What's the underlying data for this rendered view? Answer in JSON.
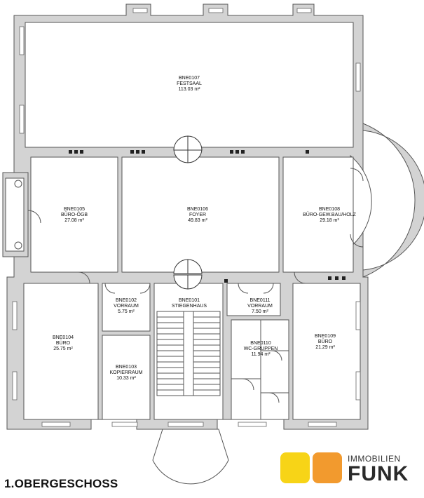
{
  "floor": {
    "title": "1.OBERGESCHOSS"
  },
  "brand": {
    "line1": "IMMOBILIEN",
    "line2": "FUNK",
    "colors": {
      "yellow": "#f7d417",
      "orange": "#f29a2e"
    }
  },
  "rooms": [
    {
      "id": "BNE0107",
      "name": "FESTSAAL",
      "area": "113.03 m²"
    },
    {
      "id": "BNE0105",
      "name": "BÜRO-ÖGB",
      "area": "27.08 m²"
    },
    {
      "id": "BNE0106",
      "name": "FOYER",
      "area": "49.83 m²"
    },
    {
      "id": "BNE0108",
      "name": "BÜRO-GEW.BAU/HOLZ",
      "area": "29.18 m²"
    },
    {
      "id": "BNE0102",
      "name": "VORRAUM",
      "area": "5.75 m²"
    },
    {
      "id": "BNE0101",
      "name": "STIEGENHAUS",
      "area": ""
    },
    {
      "id": "BNE0111",
      "name": "VORRAUM",
      "area": "7.50 m²"
    },
    {
      "id": "BNE0104",
      "name": "BÜRO",
      "area": "25.75 m²"
    },
    {
      "id": "BNE0103",
      "name": "KOPIERRAUM",
      "area": "10.33 m²"
    },
    {
      "id": "BNE0110",
      "name": "WC-GRUPPEN",
      "area": "11.94 m²"
    },
    {
      "id": "BNE0109",
      "name": "BÜRO",
      "area": "21.29 m²"
    }
  ]
}
